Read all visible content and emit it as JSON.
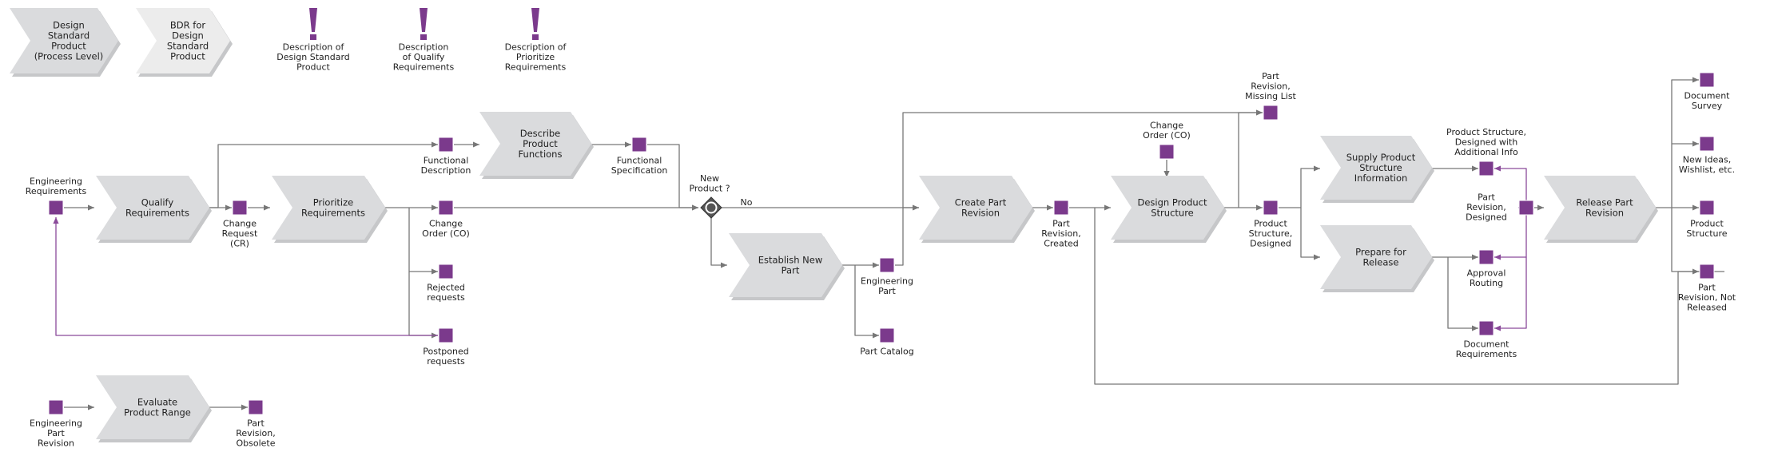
{
  "colors": {
    "process_fill": "#dadbdd",
    "process_fill_light": "#ececec",
    "info_fill": "#7b3a8c",
    "edge": "#777777",
    "data_edge": "#8a4a9a",
    "exclamation": "#7b3a8c"
  },
  "legend": [
    {
      "text": "Design\nStandard\nProduct\n(Process Level)",
      "icon": "process-chevron"
    },
    {
      "text": "BDR for\nDesign\nStandard\nProduct",
      "icon": "process-chevron"
    },
    {
      "text": "Description of\nDesign Standard\nProduct",
      "icon": "exclamation-icon"
    },
    {
      "text": "Description\nof Qualify\nRequirements",
      "icon": "exclamation-icon"
    },
    {
      "text": "Description of\nPrioritize\nRequirements",
      "icon": "exclamation-icon"
    }
  ],
  "processes": {
    "qualify": "Qualify\nRequirements",
    "prioritize": "Prioritize\nRequirements",
    "describe": "Describe\nProduct\nFunctions",
    "establish": "Establish New\nPart",
    "create_rev": "Create Part\nRevision",
    "design_struct": "Design Product\nStructure",
    "supply": "Supply Product\nStructure\nInformation",
    "prepare": "Prepare for\nRelease",
    "release": "Release Part\nRevision",
    "evaluate": "Evaluate\nProduct Range"
  },
  "info_objects": {
    "eng_req": "Engineering\nRequirements",
    "change_request": "Change\nRequest\n(CR)",
    "func_desc": "Functional\nDescription",
    "change_order_1": "Change\nOrder (CO)",
    "rejected": "Rejected\nrequests",
    "postponed": "Postponed\nrequests",
    "func_spec": "Functional\nSpecification",
    "eng_part": "Engineering\nPart",
    "part_catalog": "Part Catalog",
    "rev_created": "Part\nRevision,\nCreated",
    "change_order_2": "Change\nOrder (CO)",
    "rev_missing": "Part\nRevision,\nMissing List",
    "struct_designed": "Product\nStructure,\nDesigned",
    "struct_additional": "Product Structure,\nDesigned with\nAdditional Info",
    "rev_designed": "Part\nRevision,\nDesigned",
    "approval": "Approval\nRouting",
    "doc_req": "Document\nRequirements",
    "doc_survey": "Document\nSurvey",
    "new_ideas": "New Ideas,\nWishlist, etc.",
    "product_structure": "Product\nStructure",
    "rev_not_released": "Part\nRevision, Not\nReleased",
    "eng_part_rev": "Engineering\nPart\nRevision",
    "rev_obsolete": "Part\nRevision,\nObsolete"
  },
  "decision": {
    "question": "New\nProduct ?",
    "no_label": "No"
  }
}
